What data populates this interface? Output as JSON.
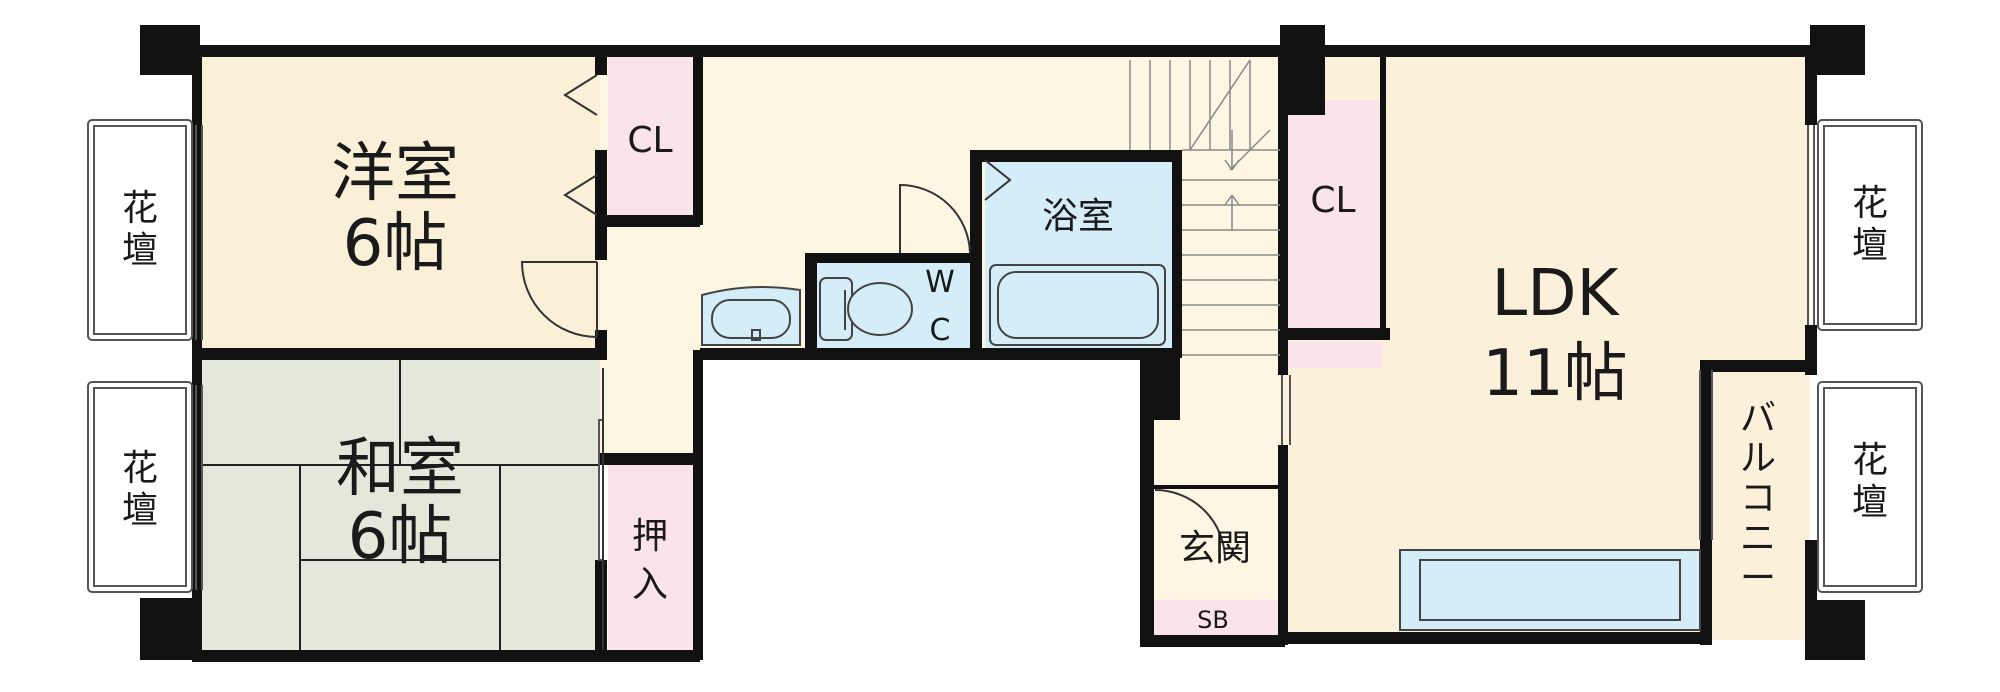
{
  "rooms": {
    "western": {
      "name": "洋室",
      "size": "6帖"
    },
    "japanese": {
      "name": "和室",
      "size": "6帖"
    },
    "ldk": {
      "name": "LDK",
      "size": "11帖"
    },
    "bath": {
      "name": "浴室"
    },
    "toilet": {
      "w": "W",
      "c": "C"
    },
    "entrance": {
      "name": "玄関"
    },
    "shoe_box": {
      "name": "SB"
    },
    "closet_western": {
      "name": "CL"
    },
    "closet_ldk": {
      "name": "CL"
    },
    "oshiire": {
      "name": [
        "押",
        "入"
      ]
    },
    "balcony": {
      "name": [
        "バ",
        "ル",
        "コ",
        "ニ",
        "ー"
      ]
    },
    "flowerbed_label": [
      "花",
      "壇"
    ]
  },
  "colors": {
    "wall": "#111111",
    "western_floor": "#faf0d8",
    "corridor_floor": "#fdf6e3",
    "tatami": "#e3e8da",
    "closet": "#fbe3ec",
    "wet": "#d4edf8",
    "ldk_floor": "#fbf0d9"
  }
}
